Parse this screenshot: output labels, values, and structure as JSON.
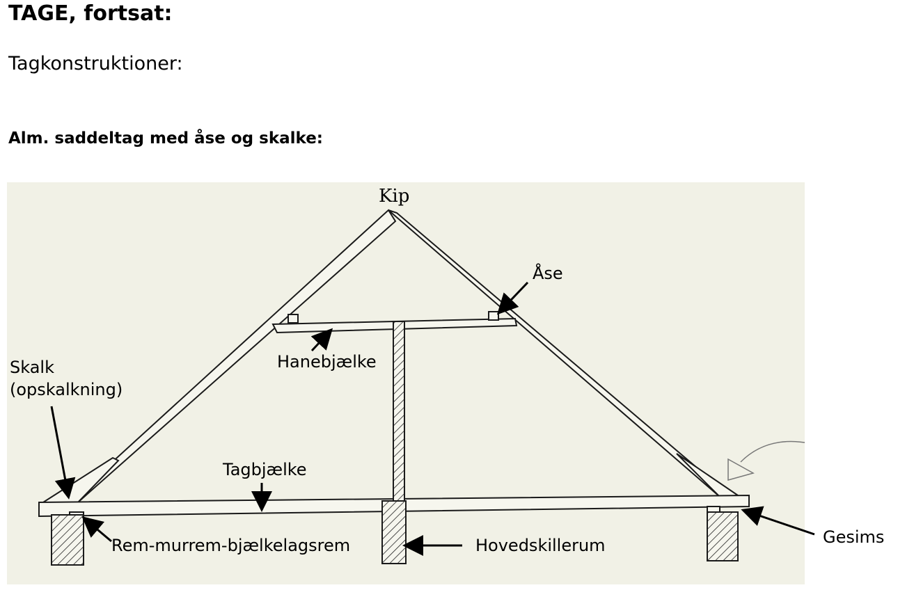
{
  "header": {
    "title": "TAGE, fortsat:",
    "subtitle": "Tagkonstruktioner:",
    "section": "Alm. saddeltag med åse og skalke:"
  },
  "diagram": {
    "labels": {
      "kip": "Kip",
      "ase": "Åse",
      "hanebjaelke": "Hanebjælke",
      "skalk_line1": "Skalk",
      "skalk_line2": "(opskalkning)",
      "tagbjaelke": "Tagbjælke",
      "rem": "Rem-murrem-bjælkelagsrem",
      "hovedskillerum": "Hovedskillerum",
      "gesims": "Gesims"
    },
    "colors": {
      "paper": "#f1f1e6",
      "ink": "#1a1a1a"
    }
  }
}
